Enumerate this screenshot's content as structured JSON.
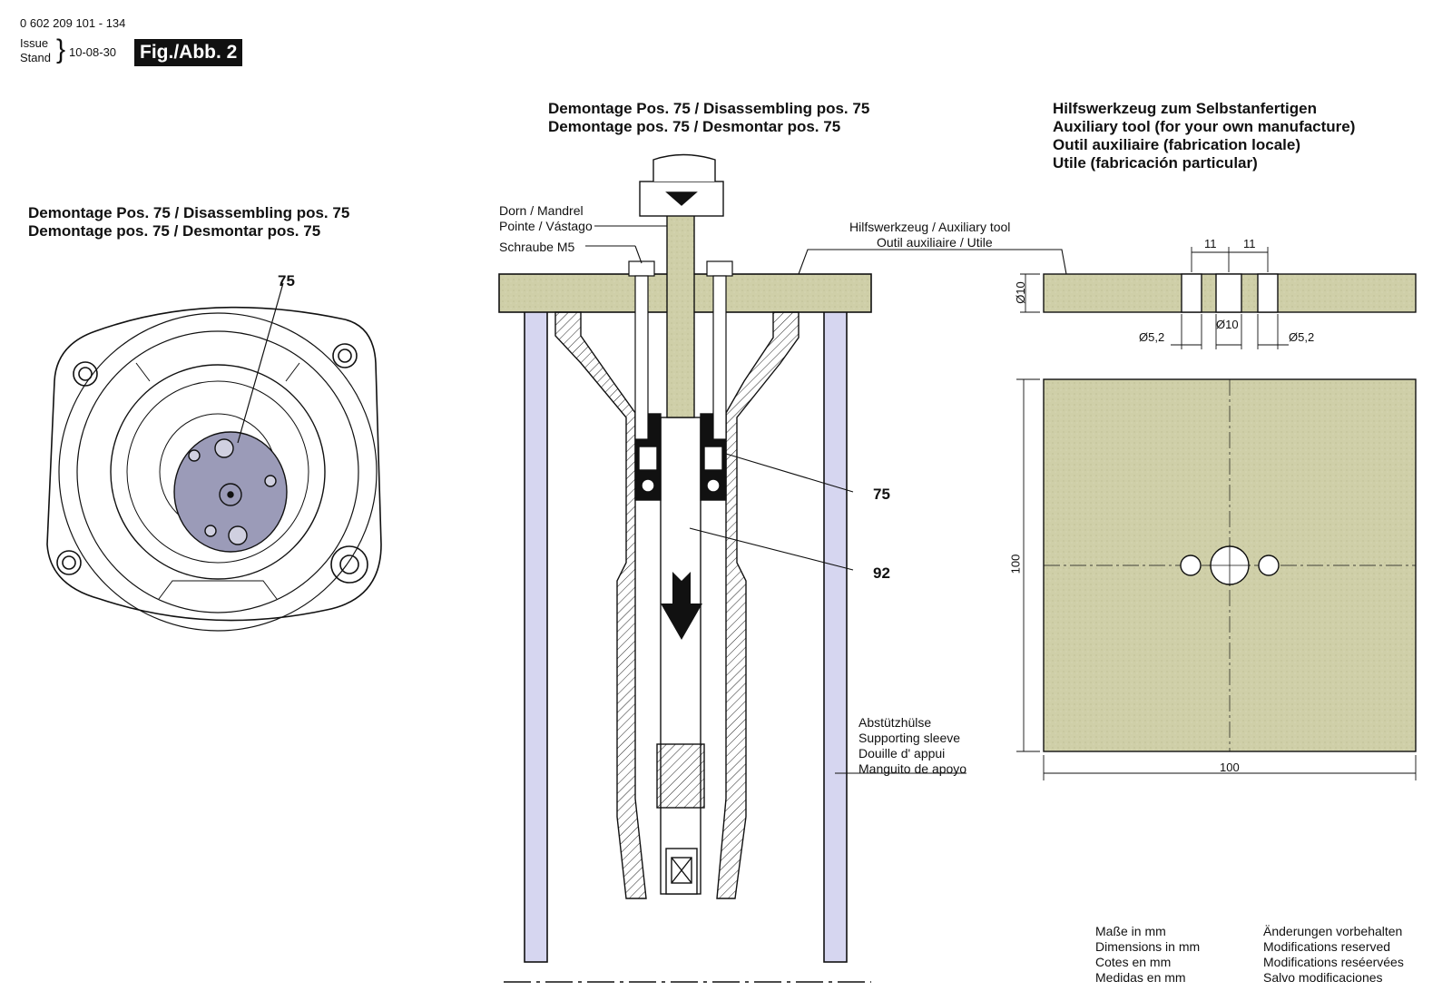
{
  "header": {
    "part_number": "0 602 209 101 - 134",
    "issue_label": "Issue",
    "stand_label": "Stand",
    "date": "10-08-30",
    "figure": "Fig./Abb. 2"
  },
  "left_title": {
    "line1": "Demontage Pos. 75 / Disassembling pos. 75",
    "line2": "Demontage pos. 75 / Desmontar pos. 75"
  },
  "center_title": {
    "line1": "Demontage Pos. 75 / Disassembling pos. 75",
    "line2": "Demontage pos. 75 / Desmontar pos. 75"
  },
  "right_title": {
    "line1": "Hilfswerkzeug zum Selbstanfertigen",
    "line2": "Auxiliary tool (for your own manufacture)",
    "line3": "Outil auxiliaire (fabrication locale)",
    "line4": "Utile (fabricación particular)"
  },
  "callouts": {
    "left_75": "75",
    "center_75": "75",
    "center_92": "92",
    "mandrel_1": "Dorn / Mandrel",
    "mandrel_2": "Pointe / Vástago",
    "screw": "Schraube M5",
    "aux_tool_1": "Hilfswerkzeug / Auxiliary tool",
    "aux_tool_2": "Outil auxiliaire / Utile",
    "sleeve_1": "Abstützhülse",
    "sleeve_2": "Supporting sleeve",
    "sleeve_3": "Douille d' appui",
    "sleeve_4": "Manguito de apoyo"
  },
  "dimensions": {
    "thickness": "Ø10",
    "spacing_left": "11",
    "spacing_right": "11",
    "hole_left": "Ø5,2",
    "hole_center": "Ø10",
    "hole_right": "Ø5,2",
    "height": "100",
    "width": "100"
  },
  "footer": {
    "units_1": "Maße in mm",
    "units_2": "Dimensions in mm",
    "units_3": "Cotes en mm",
    "units_4": "Medidas en mm",
    "mod_1": "Änderungen vorbehalten",
    "mod_2": "Modifications reserved",
    "mod_3": "Modifications reséervées",
    "mod_4": "Salvo modificaciones"
  },
  "colors": {
    "plate": "#cfcfa8",
    "part": "#9b9bb8",
    "sleeve": "#d6d6f0",
    "line": "#111111"
  }
}
